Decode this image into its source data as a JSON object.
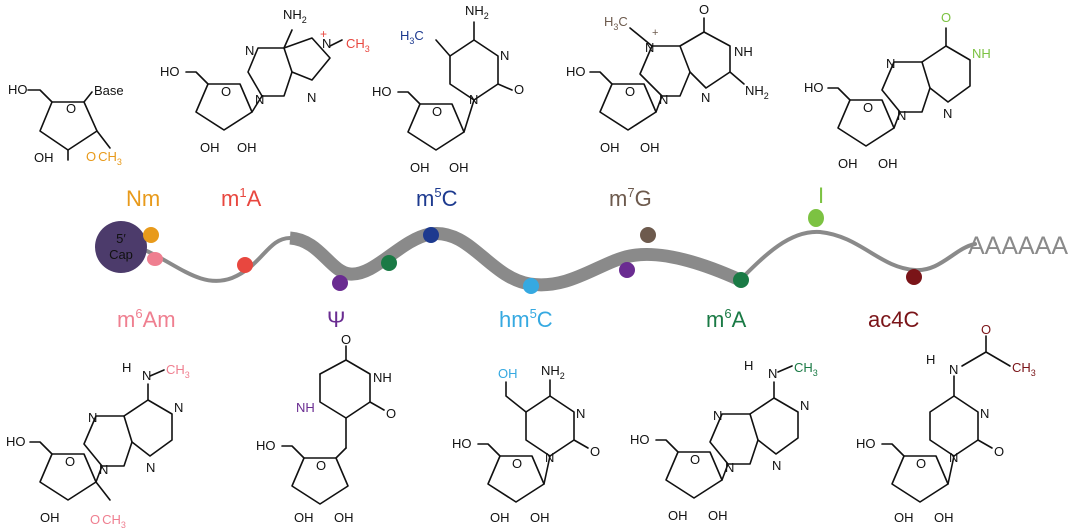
{
  "colors": {
    "Nm": "#e89a1b",
    "m1A": "#e8473f",
    "m5C": "#1d3a8f",
    "m7G": "#6d5a4d",
    "I": "#7cc242",
    "m6Am": "#ef7f90",
    "psi": "#6a2c91",
    "hm5C": "#36a9e1",
    "m6A": "#1a7a45",
    "ac4C": "#7a1418",
    "cap": "#4c3b6b",
    "strand": "#8a8a8a",
    "black": "#111111"
  },
  "rna": {
    "cap_line1": "5′",
    "cap_line2": "Cap",
    "poly_a": "AAAAAA"
  },
  "modifications": {
    "Nm": {
      "label": "Nm",
      "sup": ""
    },
    "m1A": {
      "label": "m",
      "sup": "1",
      "tail": "A"
    },
    "m5C": {
      "label": "m",
      "sup": "5",
      "tail": "C"
    },
    "m7G": {
      "label": "m",
      "sup": "7",
      "tail": "G"
    },
    "I": {
      "label": "I"
    },
    "m6Am": {
      "label": "m",
      "sup": "6",
      "tail": "Am"
    },
    "psi": {
      "label": "Ψ"
    },
    "hm5C": {
      "label": "hm",
      "sup": "5",
      "tail": "C"
    },
    "m6A": {
      "label": "m",
      "sup": "6",
      "tail": "A"
    },
    "ac4C": {
      "label": "ac4C"
    }
  },
  "atoms": {
    "HO": "HO",
    "OH": "OH",
    "O": "O",
    "N": "N",
    "NH": "NH",
    "NH2": "NH",
    "H": "H",
    "Base": "Base",
    "CH3": "CH",
    "H3C": "H",
    "sub2": "2",
    "sub3": "3",
    "plus": "+"
  }
}
